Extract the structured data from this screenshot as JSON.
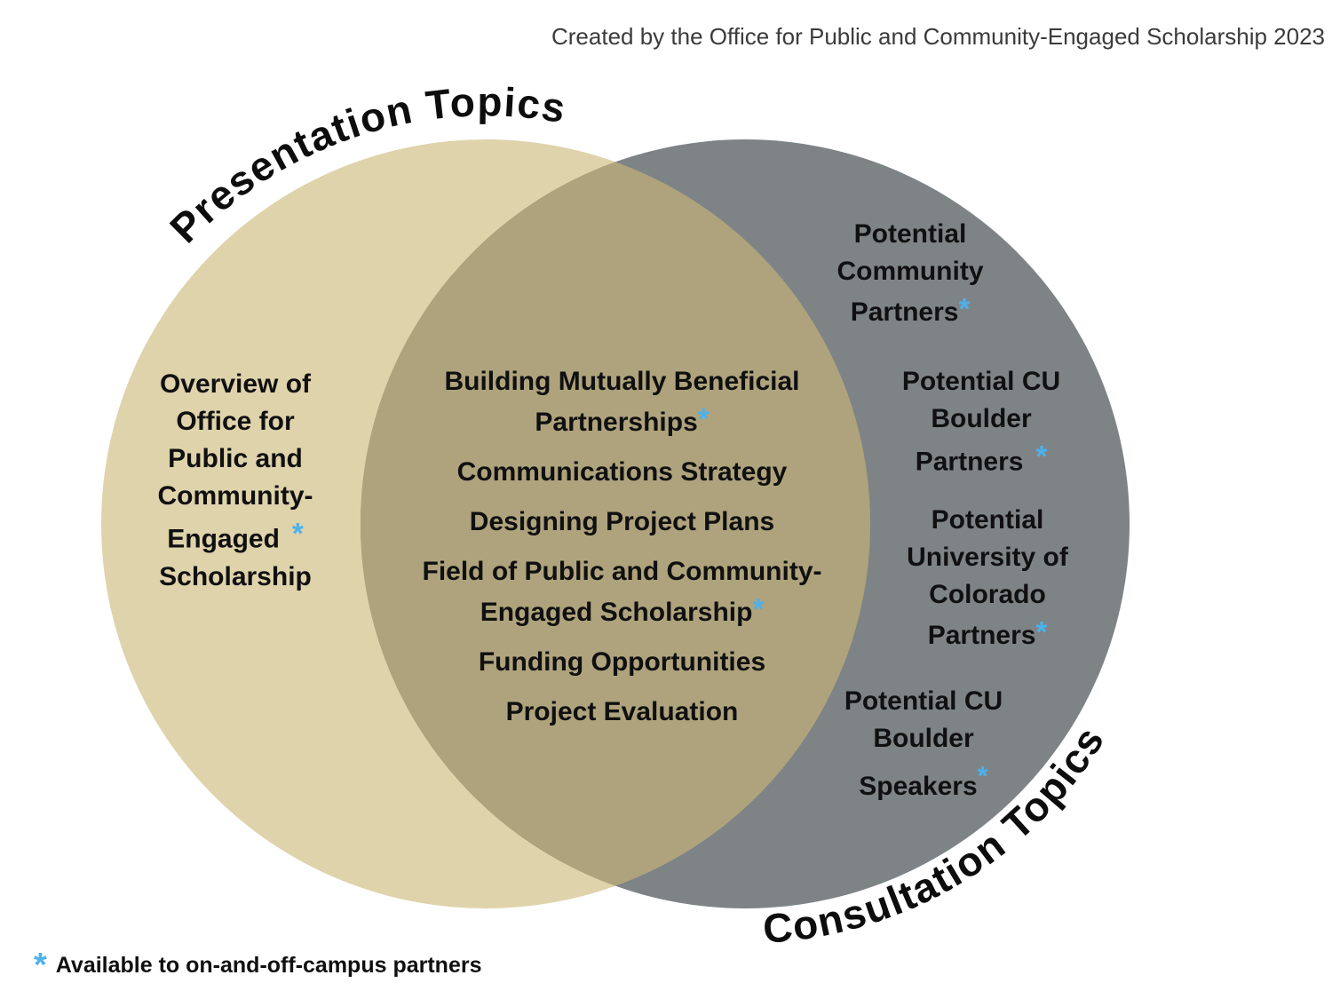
{
  "header": {
    "credit": "Created by the Office for Public and Community-Engaged Scholarship 2023"
  },
  "venn": {
    "left_label": "Presentation Topics",
    "right_label": "Consultation Topics",
    "colors": {
      "left_circle": "#dfd3ac",
      "right_circle": "#7e8386",
      "overlap": "#aea37c",
      "asterisk_blue": "#4db1ec",
      "text": "#101010"
    },
    "left_region": {
      "lines": [
        "Overview of",
        "Office for",
        "Public and",
        "Community-",
        "Engaged",
        "Scholarship"
      ],
      "mark": "*"
    },
    "overlap_region": {
      "items": [
        {
          "lines": [
            "Building Mutually Beneficial",
            "Partnerships"
          ],
          "mark": "*"
        },
        {
          "lines": [
            "Communications Strategy"
          ]
        },
        {
          "lines": [
            "Designing Project Plans"
          ]
        },
        {
          "lines": [
            "Field of Public and Community-",
            "Engaged Scholarship"
          ],
          "mark": "*"
        },
        {
          "lines": [
            "Funding Opportunities"
          ]
        },
        {
          "lines": [
            "Project Evaluation"
          ]
        }
      ]
    },
    "right_region": {
      "items": [
        {
          "lines": [
            "Potential",
            "Community",
            "Partners"
          ],
          "mark": "*"
        },
        {
          "lines": [
            "Potential CU",
            "Boulder",
            "Partners"
          ],
          "mark": "*"
        },
        {
          "lines": [
            "Potential",
            "University of",
            "Colorado",
            "Partners"
          ],
          "mark": "*"
        },
        {
          "lines": [
            "Potential CU",
            "Boulder",
            "Speakers"
          ],
          "mark": "*"
        }
      ]
    }
  },
  "footnote": {
    "symbol": "*",
    "text": "Available to on-and-off-campus partners"
  }
}
